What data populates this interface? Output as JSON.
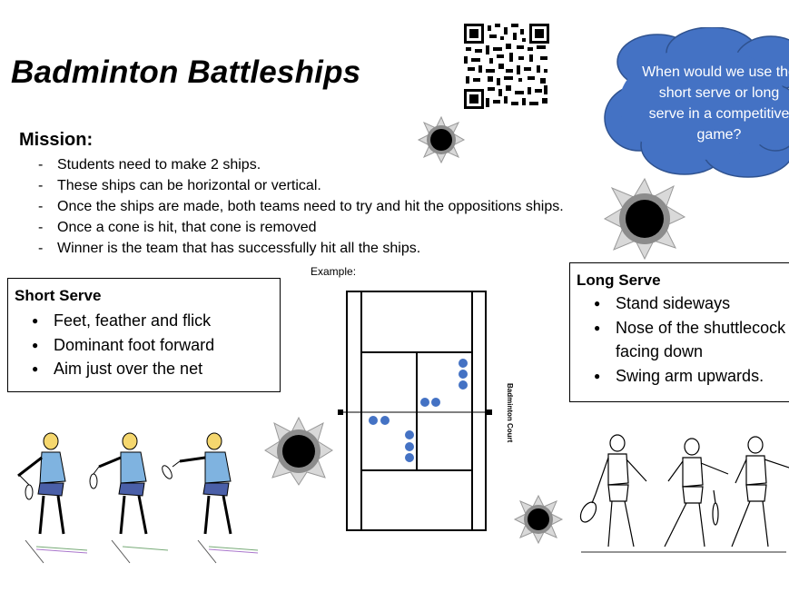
{
  "title": "Badminton Battleships",
  "mission": {
    "heading": "Mission:",
    "items": [
      "Students need to make 2 ships.",
      "These ships can be horizontal or vertical.",
      "Once the ships are made, both teams need to try and hit the oppositions ships.",
      "Once a cone is hit, that cone is removed",
      "Winner is the team that has successfully hit all the ships."
    ]
  },
  "short_serve": {
    "heading": "Short Serve",
    "items": [
      "Feet, feather and flick",
      "Dominant foot forward",
      "Aim just over the net"
    ]
  },
  "long_serve": {
    "heading": "Long Serve",
    "items": [
      "Stand sideways",
      "Nose of the shuttlecock facing down",
      "Swing arm upwards."
    ]
  },
  "example_label": "Example:",
  "court_label": "Badminton Court",
  "question": "When would we use the short serve or long serve in a competitive game?",
  "colors": {
    "cloud": "#4472C4",
    "cones": "#4472C4"
  }
}
